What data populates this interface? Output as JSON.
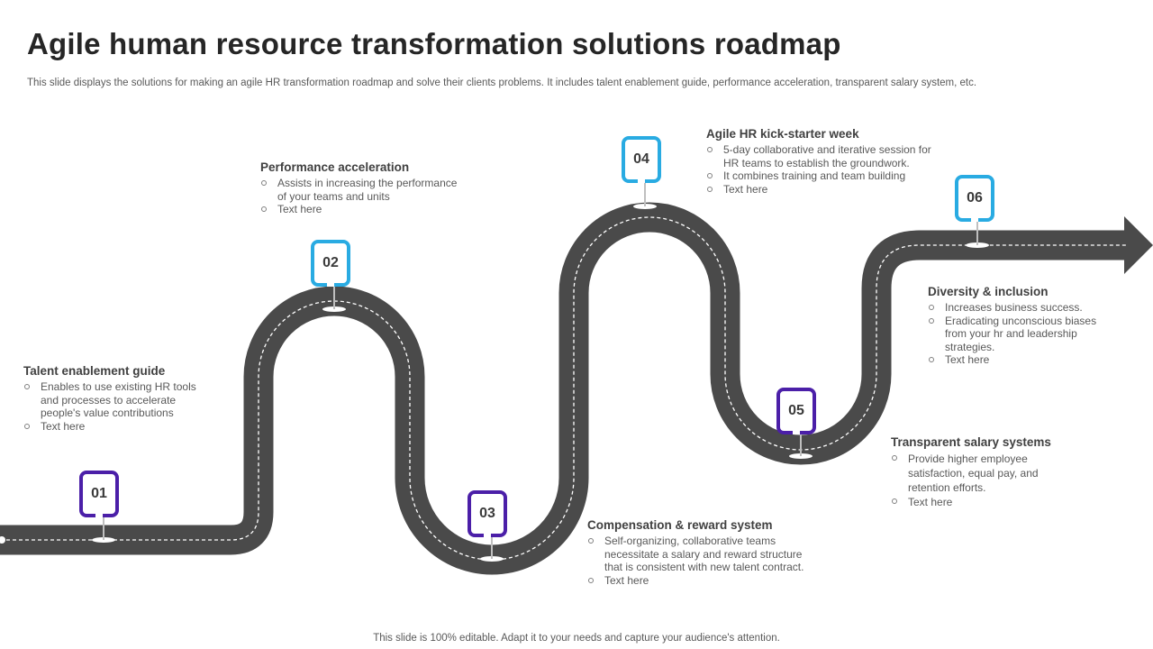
{
  "header": {
    "title": "Agile human resource transformation solutions roadmap",
    "subtitle": "This slide displays the solutions for  making an agile HR transformation roadmap and solve their clients problems. It includes talent enablement guide, performance acceleration, transparent salary system, etc."
  },
  "footer": "This slide is 100% editable. Adapt it to your needs and capture your audience's attention.",
  "colors": {
    "road": "#4a4a4a",
    "marker_blue": "#29abe2",
    "marker_purple": "#4b1fa8"
  },
  "steps": [
    {
      "number": "01",
      "title": "Talent enablement guide",
      "bullets": [
        "Enables to use existing HR tools and processes to accelerate people's value contributions",
        "Text here"
      ]
    },
    {
      "number": "02",
      "title": "Performance acceleration",
      "bullets": [
        "Assists in increasing the performance of your teams and units",
        "Text here"
      ]
    },
    {
      "number": "03",
      "title": "Compensation & reward system",
      "bullets": [
        "Self-organizing, collaborative teams necessitate a salary and reward structure that is consistent  with new talent contract.",
        "Text here"
      ]
    },
    {
      "number": "04",
      "title": "Agile HR kick-starter week",
      "bullets": [
        "5-day collaborative and iterative session for HR teams to establish the groundwork.",
        "It combines training and team building",
        "Text here"
      ]
    },
    {
      "number": "05",
      "title": "Transparent salary systems",
      "bullets": [
        "Provide  higher employee satisfaction,  equal pay, and retention efforts.",
        "Text here"
      ]
    },
    {
      "number": "06",
      "title": "Diversity & inclusion",
      "bullets": [
        "Increases business success.",
        "Eradicating unconscious biases from your hr and leadership strategies.",
        "Text here"
      ]
    }
  ]
}
